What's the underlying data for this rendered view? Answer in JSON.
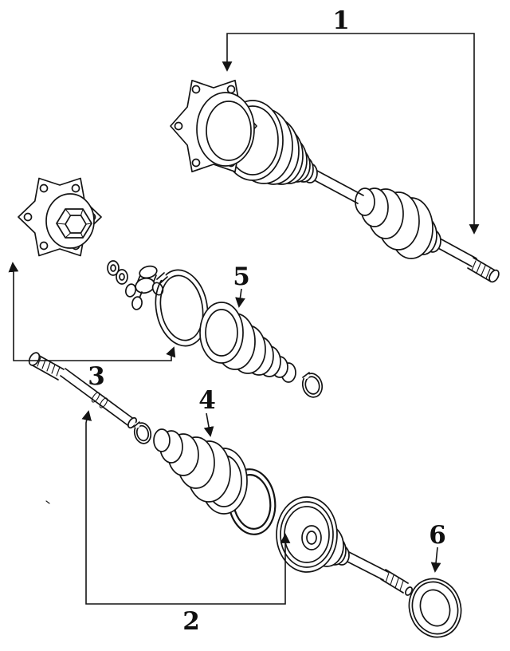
{
  "diagram": {
    "background_color": "#ffffff",
    "line_color": "#141414",
    "callouts": [
      {
        "label": "1"
      },
      {
        "label": "2"
      },
      {
        "label": "3"
      },
      {
        "label": "4"
      },
      {
        "label": "5"
      },
      {
        "label": "6"
      }
    ]
  }
}
